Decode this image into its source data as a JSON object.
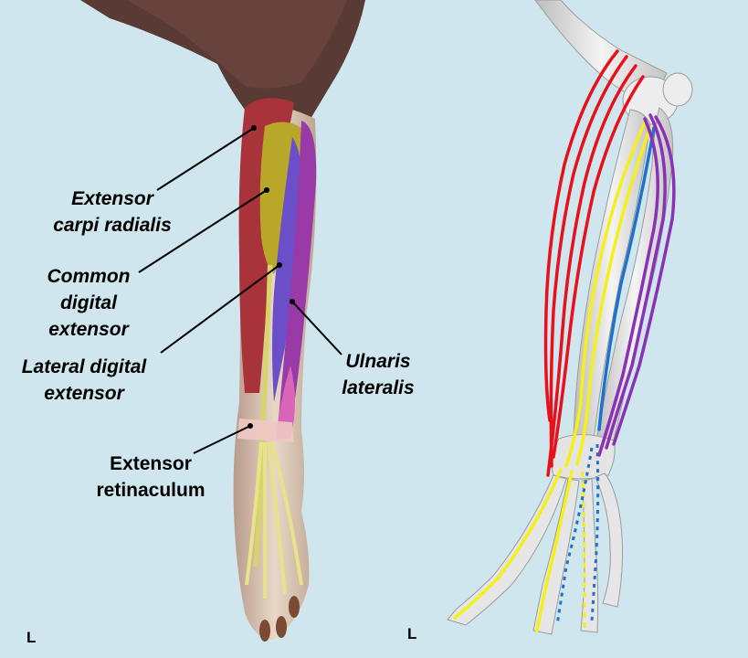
{
  "labels": {
    "extensor_carpi_radialis": [
      "Extensor",
      "carpi radialis"
    ],
    "common_digital_extensor": [
      "Common",
      "digital",
      "extensor"
    ],
    "lateral_digital_extensor": [
      "Lateral digital",
      "extensor"
    ],
    "ulnaris_lateralis": [
      "Ulnaris",
      "lateralis"
    ],
    "extensor_retinaculum": [
      "Extensor",
      "retinaculum"
    ]
  },
  "side_markers": {
    "left_panel": "L",
    "right_panel": "L"
  },
  "colors": {
    "background": "#cfe6ee",
    "extensor_carpi_radialis": "#e8101a",
    "common_digital_extensor": "#f5ef1a",
    "lateral_digital_extensor": "#1f72c8",
    "ulnaris_lateralis": "#8a32b4",
    "bone": "#e9e9e9"
  }
}
